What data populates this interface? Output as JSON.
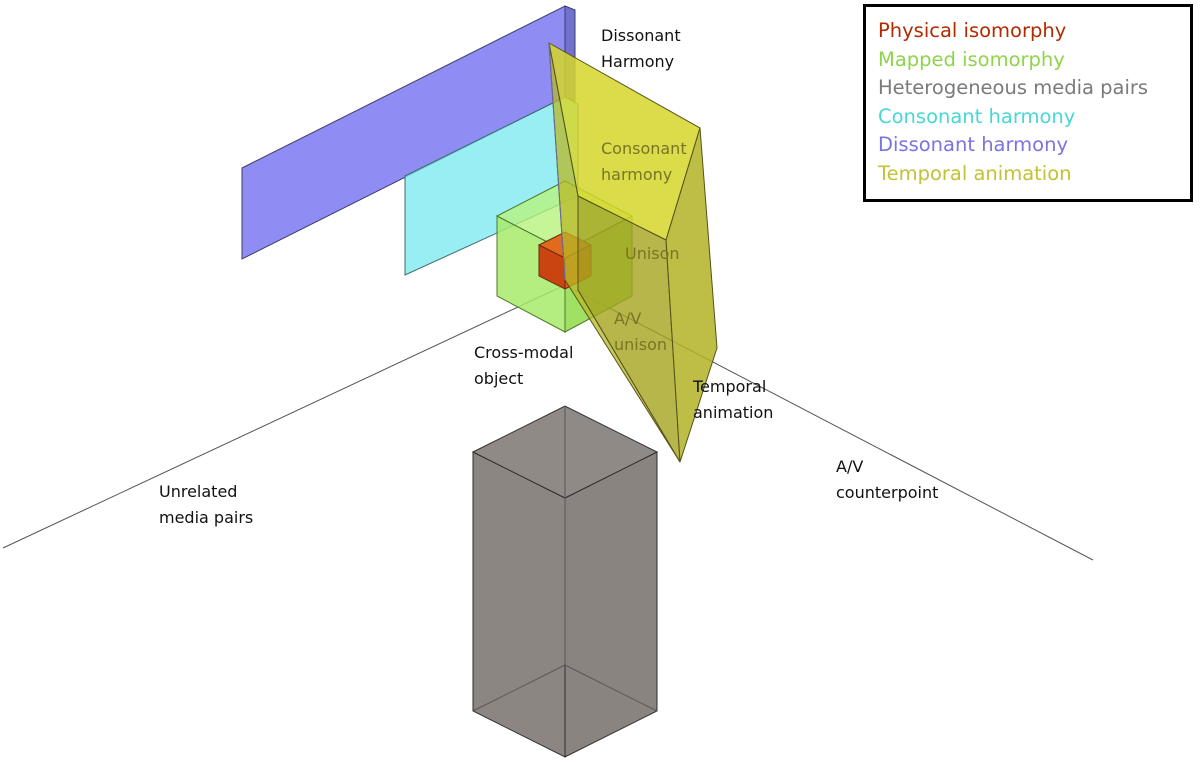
{
  "labels": {
    "dissonant_harmony": [
      "Dissonant",
      "Harmony"
    ],
    "consonant_harmony": [
      "Consonant",
      "harmony"
    ],
    "unison": "Unison",
    "av_unison": [
      "A/V",
      "unison"
    ],
    "cross_modal_object": [
      "Cross-modal",
      "object"
    ],
    "temporal_animation": [
      "Temporal",
      "animation"
    ],
    "unrelated_media_pairs": [
      "Unrelated",
      "media pairs"
    ],
    "av_counterpoint": [
      "A/V",
      "counterpoint"
    ]
  },
  "legend": [
    {
      "label": "Physical isomorphy",
      "color": "#b22a00"
    },
    {
      "label": "Mapped isomorphy",
      "color": "#8fd44a"
    },
    {
      "label": "Heterogeneous media pairs",
      "color": "#7a7a7a"
    },
    {
      "label": "Consonant harmony",
      "color": "#49d6d6"
    },
    {
      "label": "Dissonant harmony",
      "color": "#7a74e0"
    },
    {
      "label": "Temporal animation",
      "color": "#c2c235"
    }
  ],
  "colors": {
    "dissonant": "#7b79f2",
    "consonant": "#7feaf0",
    "mapped": "#99e855",
    "physical": "#d64a10",
    "temporal": "#bdbd22",
    "heterogeneous": "#8c8682"
  }
}
